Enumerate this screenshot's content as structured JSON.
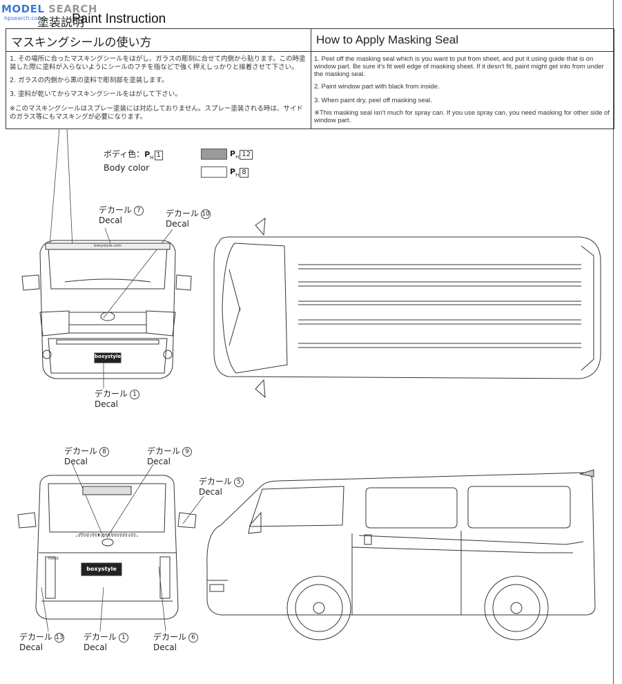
{
  "watermark": {
    "brand_a": "MODEL",
    "brand_b": "SEARCH",
    "site": "hpsearch.com"
  },
  "header": {
    "jp": "塗装説明",
    "en": "Paint Instruction"
  },
  "instructions": {
    "jp_title": "マスキングシールの使い方",
    "en_title": "How to Apply Masking Seal",
    "jp_items": [
      "1. その場所に合ったマスキングシールをはがし、ガラスの彫刻に合せて内側から貼ります。この時塗装した際に塗料が入らないようにシールのフチを指などで強く押えしっかりと接着させて下さい。",
      "2. ガラスの内側から黒の塗料で彫刻部を塗装します。",
      "3. 塗料が乾いてからマスキングシールをはがして下さい。",
      "※このマスキングシールはスプレー塗装には対応しておりません。スプレー塗装される時は、サイドのガラス等にもマスキングが必要になります。"
    ],
    "en_items": [
      "1. Peel off the masking seal which is you want to put from sheet, and put it using guide that is on window part. Be sure it's fit well edge of masking sheet. If it desn't fit, paint might get into from under the masking seal.",
      "2. Paint window part with black from inside.",
      "3. When paint dry, peel off masking seal.",
      "※This masking seal isn't much for spray can. If you use spray can, you need masking for other side of window part."
    ]
  },
  "legend": {
    "body_jp": "ボディ色：",
    "body_en": "Body color",
    "ph": "H",
    "body_num": "1",
    "swatch1_num": "12",
    "swatch2_num": "8",
    "swatch1_color": "#9a9a9a",
    "swatch2_color": "#ffffff"
  },
  "decal_jp": "デカール",
  "decal_en": "Decal",
  "callouts": {
    "front_7": "7",
    "front_10": "10",
    "front_1": "1",
    "rear_8": "8",
    "rear_9": "9",
    "side_5": "5",
    "rear_13": "13",
    "rear_1": "1",
    "rear_6": "6"
  },
  "plates": {
    "front": "boxystyle",
    "rear": "boxystyle",
    "visor": "boxystyle.com",
    "rear_glass": "official site ▶ www.boxystyle.com",
    "badge": "HIACE"
  }
}
